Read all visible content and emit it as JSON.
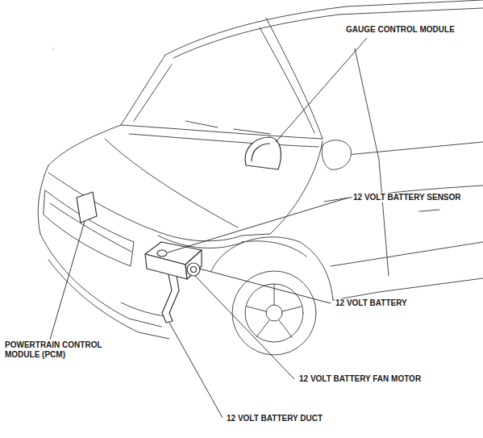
{
  "diagram": {
    "labels": [
      "GAUGE CONTROL MODULE",
      "12 VOLT BATTERY SENSOR",
      "12 VOLT BATTERY",
      "12 VOLT BATTERY FAN MOTOR",
      "POWERTRAIN CONTROL MODULE (PCM)",
      "12 VOLT BATTERY DUCT"
    ]
  }
}
